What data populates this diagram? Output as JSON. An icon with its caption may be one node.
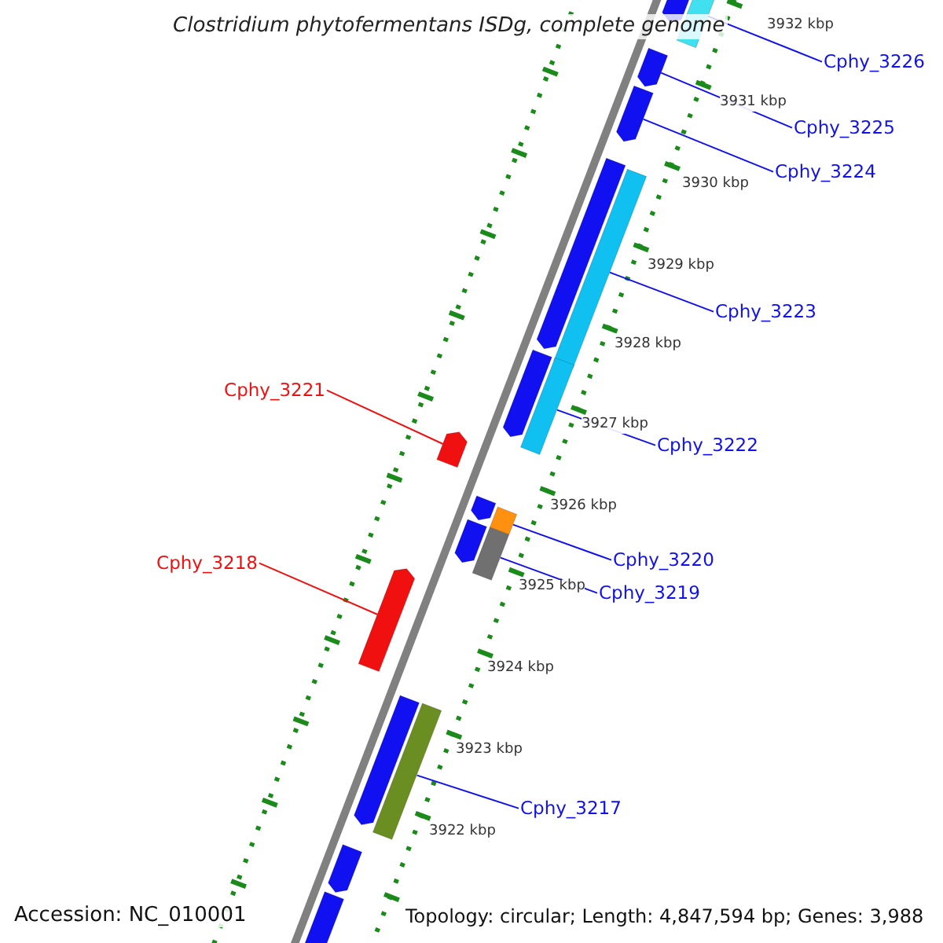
{
  "diagram": {
    "title": "Clostridium phytofermentans ISDg, complete genome",
    "nodes": [
      {
        "text": [
          "Cphy_3226"
        ]
      },
      {
        "text": [
          "Cphy_3225"
        ]
      },
      {
        "text": [
          "Cphy_3224"
        ]
      },
      {
        "text": [
          "Cphy_3223"
        ]
      },
      {
        "text": [
          "Cphy_3221"
        ]
      },
      {
        "text": [
          "Cphy_3222"
        ]
      },
      {
        "text": [
          "Cphy_3220"
        ]
      },
      {
        "text": [
          "Cphy_3218"
        ]
      },
      {
        "text": [
          "Cphy_3219"
        ]
      },
      {
        "text": [
          "Cphy_3217"
        ]
      },
      {
        "text": [],
        "shape": "pentagon"
      },
      {
        "text": [],
        "shape": "bar"
      },
      {
        "text": [],
        "shape": "pentagon"
      },
      {
        "text": [],
        "shape": "pentagon"
      },
      {
        "text": [],
        "shape": "pentagon"
      },
      {
        "text": [],
        "shape": "bar"
      },
      {
        "text": [],
        "shape": "pentagon"
      },
      {
        "text": [],
        "shape": "bar"
      },
      {
        "text": [],
        "shape": "pentagon"
      },
      {
        "text": [],
        "shape": "pentagon"
      },
      {
        "text": [],
        "shape": "bar"
      },
      {
        "text": [],
        "shape": "pentagon"
      },
      {
        "text": [],
        "shape": "bar"
      },
      {
        "text": [],
        "shape": "pentagon"
      },
      {
        "text": [],
        "shape": "pentagon"
      },
      {
        "text": [],
        "shape": "bar"
      },
      {
        "text": [],
        "shape": "pentagon"
      },
      {
        "text": [],
        "shape": "pentagon"
      }
    ],
    "edges": [
      {
        "from": 0,
        "to": 11,
        "arrow": "none"
      },
      {
        "from": 1,
        "to": 12,
        "arrow": "none"
      },
      {
        "from": 2,
        "to": 13,
        "arrow": "none"
      },
      {
        "from": 3,
        "to": 15,
        "arrow": "none"
      },
      {
        "from": 4,
        "to": 18,
        "arrow": "none",
        "color": "#f01010"
      },
      {
        "from": 5,
        "to": 17,
        "arrow": "none"
      },
      {
        "from": 6,
        "to": 20,
        "arrow": "none"
      },
      {
        "from": 7,
        "to": 23,
        "arrow": "none",
        "color": "#f01010"
      },
      {
        "from": 8,
        "to": 22,
        "arrow": "none"
      },
      {
        "from": 9,
        "to": 25,
        "arrow": "none"
      }
    ],
    "labels": [
      "3932 kbp",
      "3931 kbp",
      "3930 kbp",
      "3929 kbp",
      "3928 kbp",
      "3927 kbp",
      "3926 kbp",
      "3925 kbp",
      "3924 kbp",
      "3923 kbp",
      "3922 kbp",
      "Accession: NC_010001",
      "Topology: circular; Length: 4,847,594 bp; Genes: 3,988"
    ]
  }
}
